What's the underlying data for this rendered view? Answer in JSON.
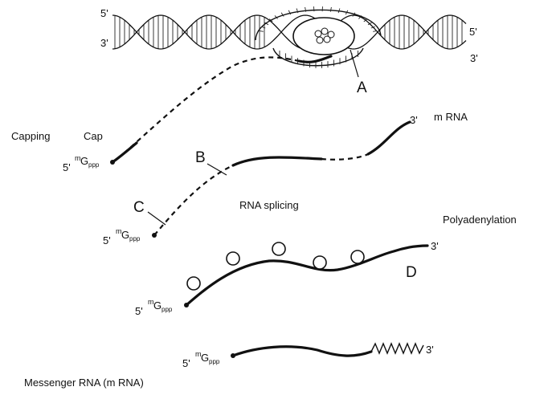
{
  "dna": {
    "left_top_end": "5'",
    "left_bottom_end": "3'",
    "right_top_end": "5'",
    "right_bottom_end": "3'"
  },
  "labels": {
    "A": "A",
    "B": "B",
    "C": "C",
    "D": "D",
    "capping": "Capping",
    "cap": "Cap",
    "mrna": "m RNA",
    "rna_splicing": "RNA splicing",
    "polyadenylation": "Polyadenylation",
    "final": "Messenger RNA (m RNA)"
  },
  "ends": {
    "five_prime": "5'",
    "three_prime": "3'"
  },
  "cap_group": {
    "sup": "m",
    "base": "G",
    "sub": "ppp"
  }
}
